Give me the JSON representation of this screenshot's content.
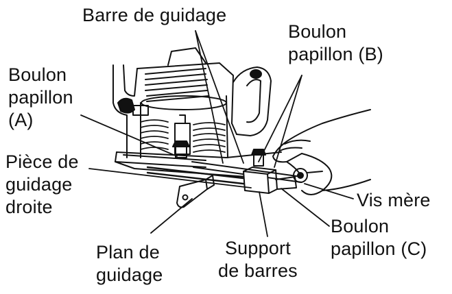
{
  "labels": {
    "barre_de_guidage": "Barre de guidage",
    "boulon_papillon_b": [
      "Boulon",
      "papillon (B)"
    ],
    "boulon_papillon_a": [
      "Boulon",
      "papillon",
      "(A)"
    ],
    "piece_de_guidage_droite": [
      "Pièce de",
      "guidage",
      "droite"
    ],
    "vis_mere": "Vis mère",
    "boulon_papillon_c": [
      "Boulon",
      "papillon (C)"
    ],
    "plan_de_guidage": [
      "Plan de",
      "guidage"
    ],
    "support_de_barres": [
      "Support",
      "de barres"
    ]
  },
  "colors": {
    "ink": "#111111",
    "background": "#ffffff"
  }
}
